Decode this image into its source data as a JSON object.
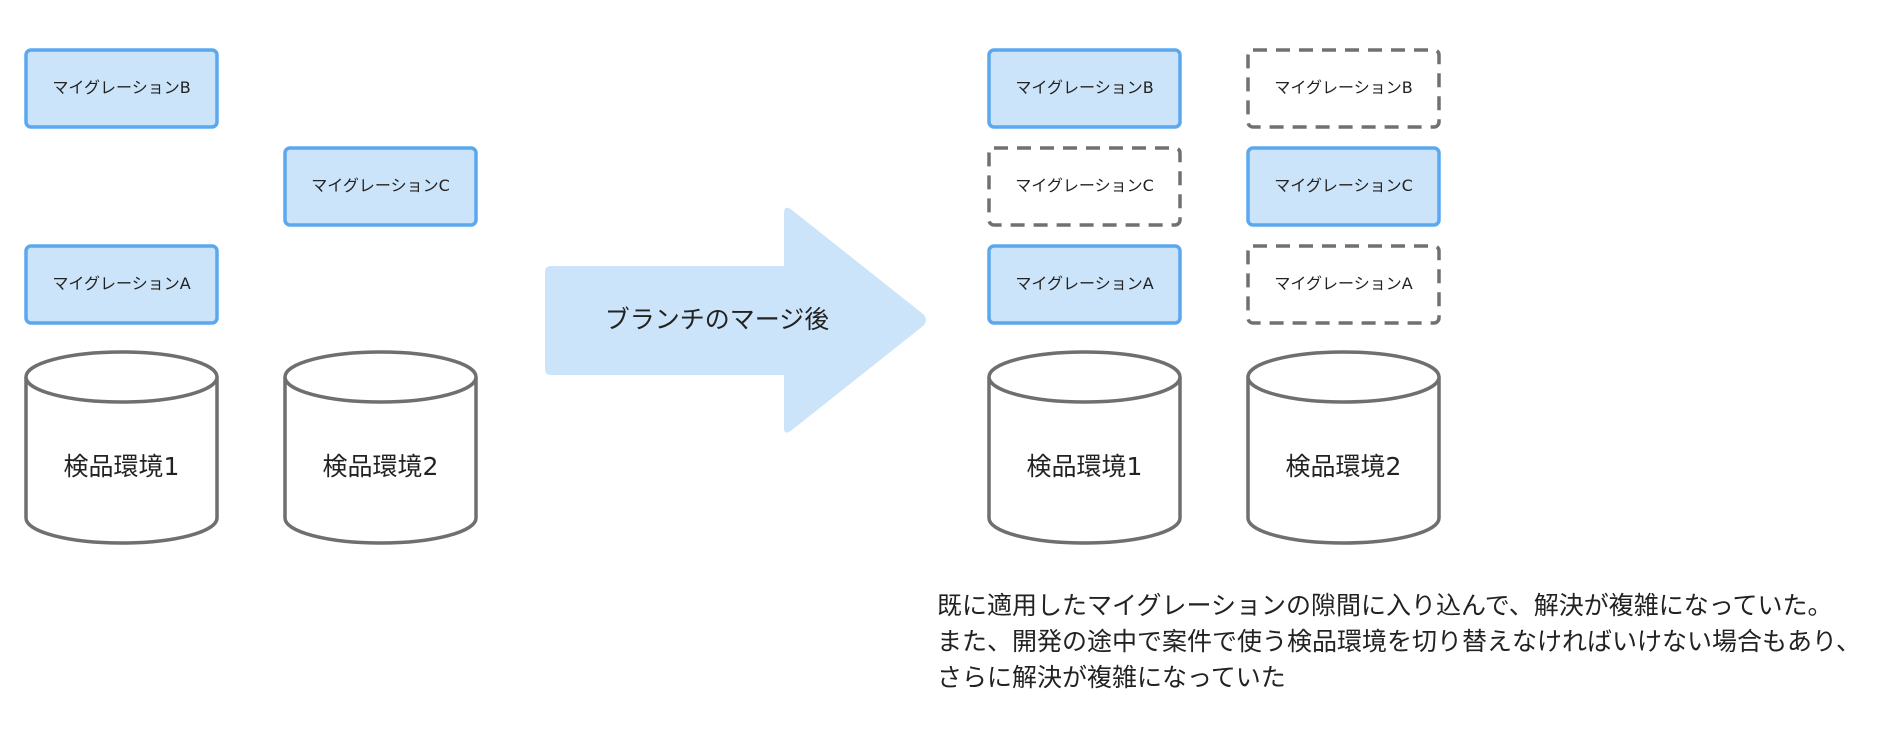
{
  "colors": {
    "migration_fill": "#cce4f9",
    "migration_stroke": "#5ba8ee",
    "pending_stroke": "#707070",
    "db_stroke": "#6f6f6f",
    "arrow_fill": "#cce4f9",
    "text": "#222222"
  },
  "before": {
    "env1": {
      "label": "検品環境1",
      "stack": [
        {
          "label": "マイグレーションB",
          "state": "applied"
        },
        {
          "label": "",
          "state": "none"
        },
        {
          "label": "マイグレーションA",
          "state": "applied"
        }
      ]
    },
    "env2": {
      "label": "検品環境2",
      "stack": [
        {
          "label": "",
          "state": "none"
        },
        {
          "label": "マイグレーションC",
          "state": "applied"
        },
        {
          "label": "",
          "state": "none"
        }
      ]
    }
  },
  "arrow": {
    "label": "ブランチのマージ後"
  },
  "after": {
    "env1": {
      "label": "検品環境1",
      "stack": [
        {
          "label": "マイグレーションB",
          "state": "applied"
        },
        {
          "label": "マイグレーションC",
          "state": "pending"
        },
        {
          "label": "マイグレーションA",
          "state": "applied"
        }
      ]
    },
    "env2": {
      "label": "検品環境2",
      "stack": [
        {
          "label": "マイグレーションB",
          "state": "pending"
        },
        {
          "label": "マイグレーションC",
          "state": "applied"
        },
        {
          "label": "マイグレーションA",
          "state": "pending"
        }
      ]
    }
  },
  "note": {
    "lines": [
      "既に適用したマイグレーションの隙間に入り込んで、解決が複雑になっていた。",
      "また、開発の途中で案件で使う検品環境を切り替えなければいけない場合もあり、",
      "さらに解決が複雑になっていた"
    ]
  }
}
